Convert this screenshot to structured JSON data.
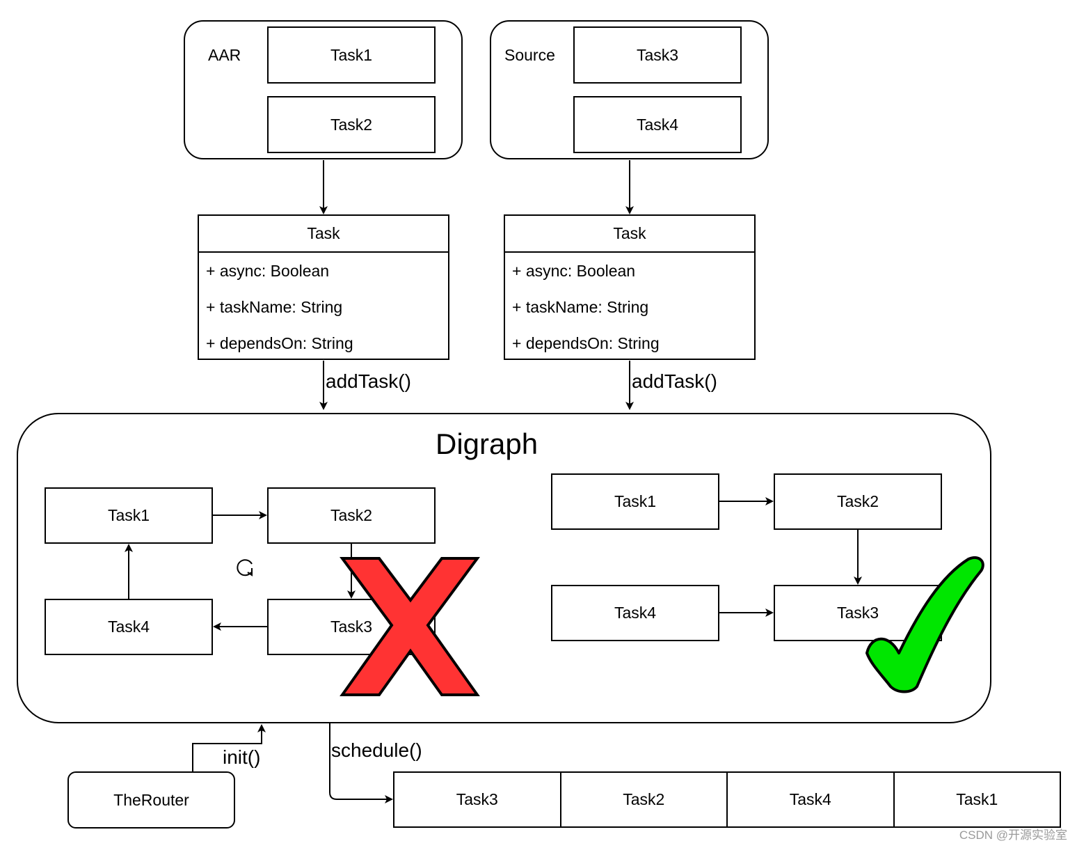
{
  "sources": {
    "aar": {
      "label": "AAR",
      "tasks": [
        "Task1",
        "Task2"
      ]
    },
    "source": {
      "label": "Source",
      "tasks": [
        "Task3",
        "Task4"
      ]
    }
  },
  "task_class": {
    "title": "Task",
    "attributes": [
      "+ async: Boolean",
      "+ taskName: String",
      "+ dependsOn: String"
    ]
  },
  "edges": {
    "add_task": "addTask()",
    "init": "init()",
    "schedule": "schedule()"
  },
  "digraph": {
    "title": "Digraph",
    "cyclic": {
      "nodes": [
        "Task1",
        "Task2",
        "Task3",
        "Task4"
      ],
      "verdict": "invalid"
    },
    "acyclic": {
      "nodes": [
        "Task1",
        "Task2",
        "Task4",
        "Task3"
      ],
      "verdict": "valid"
    }
  },
  "router": {
    "label": "TheRouter"
  },
  "schedule_queue": [
    "Task3",
    "Task2",
    "Task4",
    "Task1"
  ],
  "watermark": "CSDN @开源实验室",
  "colors": {
    "cross": "#ff3333",
    "check": "#00e600",
    "line": "#000000"
  },
  "icons": {
    "cycle": "refresh-cycle-icon"
  }
}
